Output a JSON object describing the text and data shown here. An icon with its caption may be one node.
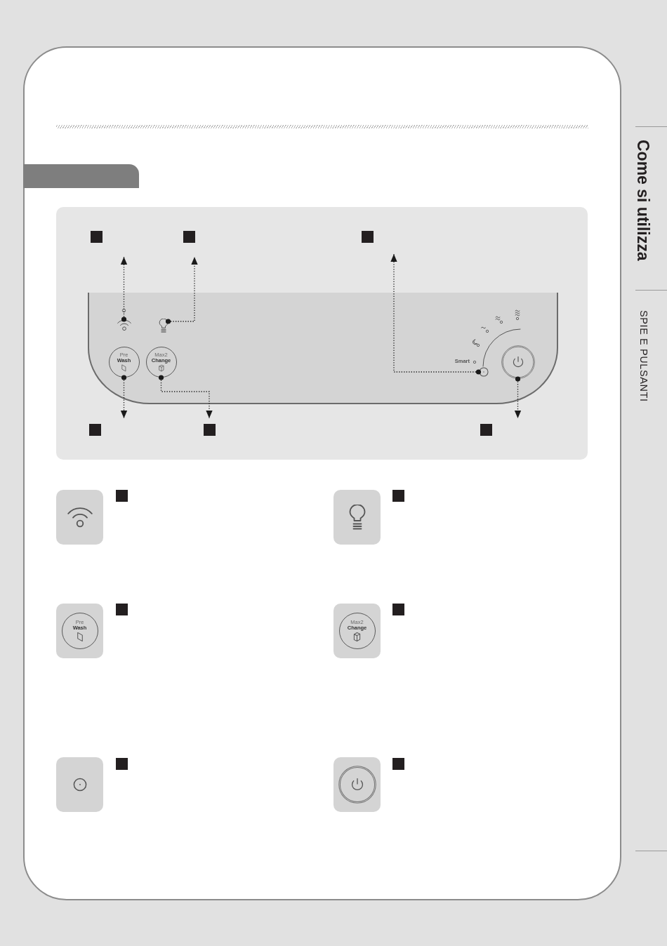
{
  "diagram": {
    "nodes": [
      {
        "text": [],
        "shape": "box"
      },
      {
        "text": [],
        "shape": "box"
      },
      {
        "text": [],
        "shape": "box"
      },
      {
        "text": [],
        "shape": "box"
      },
      {
        "text": [],
        "shape": "box"
      },
      {
        "text": [],
        "shape": "picture",
        "in": 4
      },
      {
        "text": [],
        "shape": "picture",
        "in": 4
      },
      {
        "text": [
          "Pre **Wash**"
        ],
        "in": 4
      },
      {
        "text": [
          "Max2 **Change**"
        ],
        "in": 4
      },
      {
        "text": [],
        "shape": "circle",
        "in": 4
      },
      {
        "text": [],
        "shape": "circle",
        "in": 4
      },
      {
        "text": [],
        "shape": "box"
      },
      {
        "text": [],
        "shape": "box"
      },
      {
        "text": [],
        "shape": "box"
      },
      {
        "text": [],
        "shape": "box"
      },
      {
        "text": [],
        "shape": "box"
      },
      {
        "text": [],
        "shape": "box"
      },
      {
        "text": [],
        "shape": "box"
      },
      {
        "text": [
          "Pre **Wash**"
        ]
      },
      {
        "text": [],
        "shape": "box"
      },
      {
        "text": [
          "Max2 **Change**"
        ]
      },
      {
        "text": [],
        "shape": "box"
      },
      {
        "text": [],
        "shape": "box"
      },
      {
        "text": [],
        "shape": "box"
      },
      {
        "text": [],
        "shape": "box"
      },
      {
        "text": [],
        "shape": "box"
      }
    ],
    "edges": [
      {
        "from": 5,
        "to": 1,
        "arrow": "to",
        "style": "dashed"
      },
      {
        "from": 6,
        "to": 2,
        "arrow": "to",
        "style": "dashed"
      },
      {
        "from": 9,
        "to": 3,
        "arrow": "to",
        "style": "dashed"
      },
      {
        "from": 7,
        "to": 11,
        "arrow": "to",
        "style": "dashed"
      },
      {
        "from": 8,
        "to": 12,
        "arrow": "to",
        "style": "dashed"
      },
      {
        "from": 10,
        "to": 13,
        "arrow": "to",
        "style": "dashed"
      }
    ],
    "labels": [
      "Come si utilizza",
      "SPIE E PULSANTI",
      "Smart"
    ]
  }
}
